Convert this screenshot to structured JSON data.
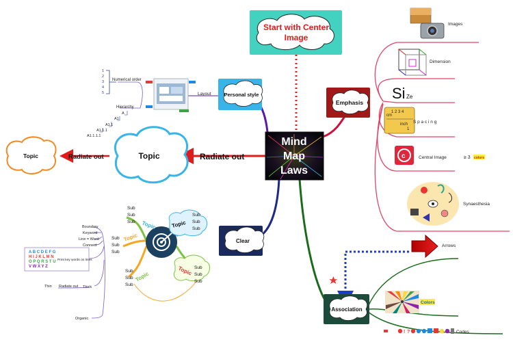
{
  "center": {
    "lines": [
      "Mind",
      "Map",
      "Laws"
    ]
  },
  "start": {
    "lines": [
      "Start with Center",
      "Image"
    ]
  },
  "emphasis": {
    "label": "Emphasis",
    "images": "Images",
    "dimension": "Dimension",
    "size_big": "Si",
    "size_small": "Ze",
    "spacing": "S p a c i n g",
    "ruler_cm": "cm",
    "ruler_digits": "1 2 3 4",
    "ruler_inch": "inch",
    "ruler_one": "1",
    "central_image": "Central Image",
    "color_rule": "≥ 3",
    "color_rule_word": "colors",
    "synaesthesia": "Synaesthesia"
  },
  "association": {
    "label": "Association",
    "arrows": "Arrows",
    "colors": "Colors",
    "codes": "Codes"
  },
  "personal_style": {
    "label": "Personal style",
    "layout": "Layout",
    "numerical_order": "Numerical order",
    "numbers": [
      "1",
      "2",
      "3",
      "4",
      "5"
    ],
    "hierarchy": "Hierarchy",
    "hierarchy_levels": [
      "A",
      "A1",
      "A1.1",
      "A1.1.1",
      "A1.1.1.1"
    ]
  },
  "radiate": {
    "label_1": "Radiate out",
    "topic_1": "Topic",
    "label_2": "Radiate out",
    "topic_2": "Topic"
  },
  "clear": {
    "label": "Clear",
    "boundary": "Boundary",
    "keyword": "Keyword",
    "line_word": "Line = Word",
    "connect": "Connect",
    "letters": [
      "A B C D E F G",
      "H I J K L M N",
      "O P Q R S T U",
      "V W X Y Z"
    ],
    "print_keywords": "Print key words on lines",
    "thick": "Thick",
    "thin": "Thin",
    "radiate_out": "Radiate out",
    "organic": "Organic",
    "topic": "Topic",
    "sub": "Sub"
  }
}
